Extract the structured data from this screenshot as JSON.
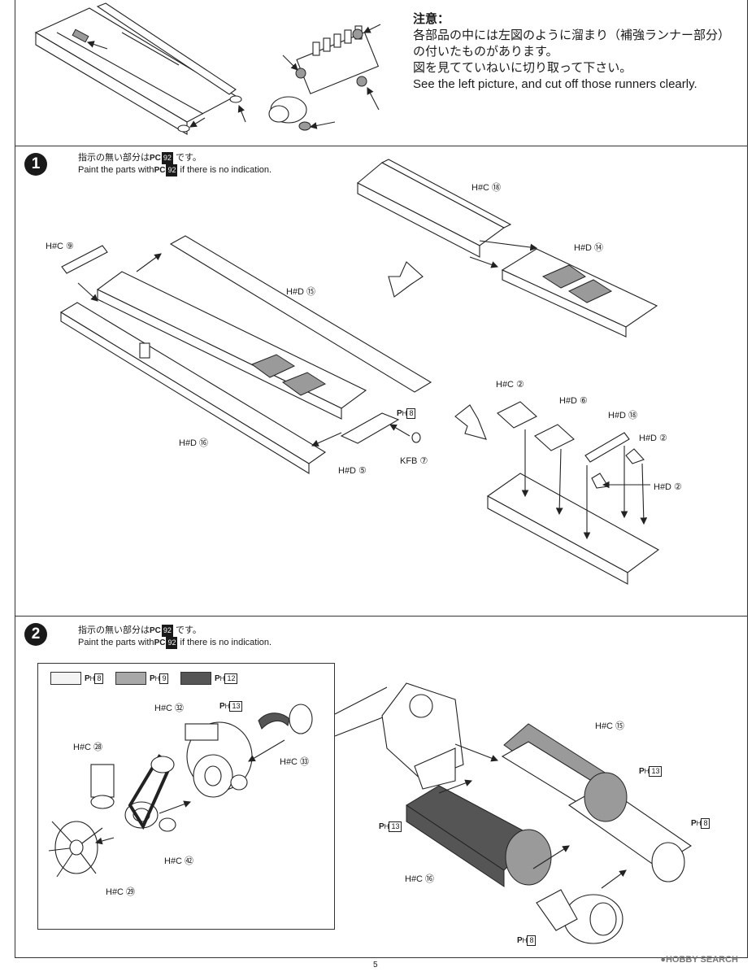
{
  "note": {
    "title": "注意：",
    "lines": [
      "各部品の中には左図のように溜まり（補強ランナー部分）",
      "の付いたものがあります。",
      "図を見てていねいに切り取って下さい。",
      "See the left picture, and cut off those runners clearly."
    ]
  },
  "step1": {
    "number": "1",
    "instruction_jp_pre": "指示の無い部分は",
    "instruction_jp_post": "です。",
    "instruction_en_pre": "Paint the parts with",
    "instruction_en_post": "if there is no indication.",
    "paint_prefix": "PC",
    "paint_code": "92",
    "labels": {
      "hc18": "H#C ⑱",
      "hd14": "H#D ⑭",
      "hc9": "H#C ⑨",
      "hd15": "H#D ⑮",
      "hd16": "H#D ⑯",
      "hd5": "H#D ⑤",
      "kfb7": "KFB ⑦",
      "ph8_code": "8",
      "hc2": "H#C ②",
      "hd6": "H#D ⑥",
      "hd18": "H#D ⑱",
      "hd2a": "H#D ②",
      "hd2b": "H#D ②"
    }
  },
  "step2": {
    "number": "2",
    "instruction_jp_pre": "指示の無い部分は",
    "instruction_jp_post": "です。",
    "instruction_en_pre": "Paint the parts with",
    "instruction_en_post": "if there is no indication.",
    "paint_prefix": "PC",
    "paint_code": "92",
    "legend": [
      {
        "code": "8",
        "color": "#f4f4f4"
      },
      {
        "code": "9",
        "color": "#a8a8a8"
      },
      {
        "code": "12",
        "color": "#555555"
      }
    ],
    "labels": {
      "hc32": "H#C ㉜",
      "ph13a": "13",
      "hc28": "H#C ㉘",
      "hc33": "H#C ㉝",
      "hc62": "H#C ㊷",
      "hc29": "H#C ㉙",
      "hc15": "H#C ⑮",
      "ph13b": "13",
      "ph13c": "13",
      "ph8a": "8",
      "hc16": "H#C ⑯",
      "ph8b": "8"
    }
  },
  "page_number": "5",
  "watermark": "HOBBY SEARCH"
}
